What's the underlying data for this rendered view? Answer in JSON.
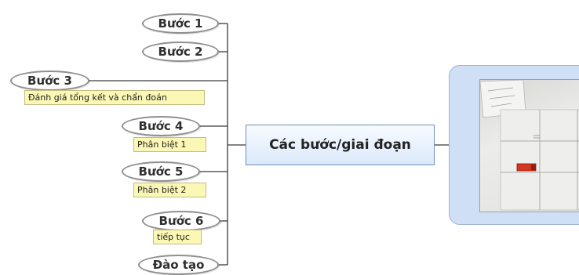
{
  "mindmap": {
    "central": "Các bước/giai đoạn",
    "branches": [
      {
        "label": "Bước 1"
      },
      {
        "label": "Bước 2"
      },
      {
        "label": "Bước 3",
        "note": "Đánh giá tổng kết và chẩn đoán"
      },
      {
        "label": "Bước 4",
        "note": "Phân biệt 1"
      },
      {
        "label": "Bước 5",
        "note": "Phân biệt 2"
      },
      {
        "label": "Bước 6",
        "note": "tiếp tục"
      },
      {
        "label": "Đào tạo"
      }
    ]
  },
  "colors": {
    "connector": "#3a3a3a",
    "node_border": "#8f8f8f",
    "note_fill": "#fbf7b4",
    "central_border": "#6d8fb8",
    "photo_frame": "#cfe0f6",
    "red_block": "#d6361f"
  }
}
